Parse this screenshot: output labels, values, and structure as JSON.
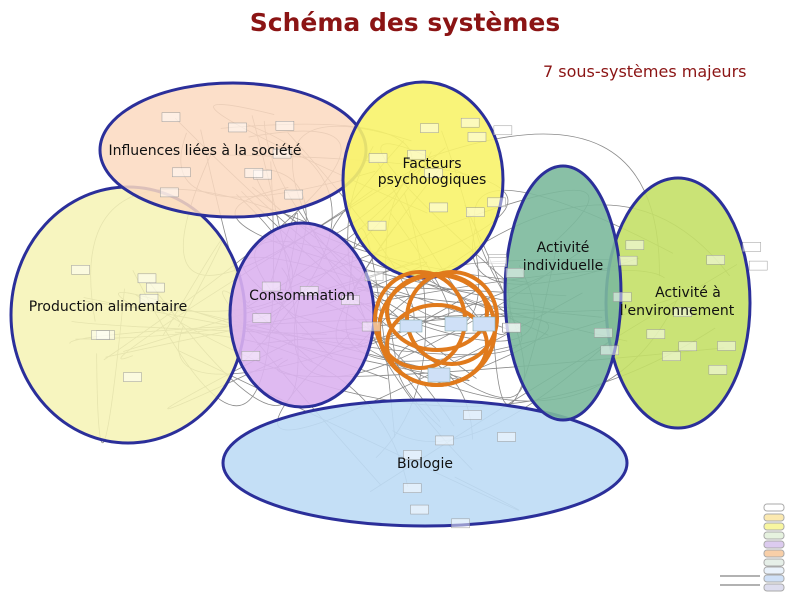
{
  "title": "Schéma des systèmes",
  "subtitle": "7 sous-systèmes majeurs",
  "subsystems": [
    {
      "label": "Influences liées à la société",
      "color": "#fbd9c0"
    },
    {
      "label_line1": "Facteurs",
      "label_line2": "psychologiques",
      "color": "#f8f36a"
    },
    {
      "label": "Production alimentaire",
      "color": "#f6f3b4"
    },
    {
      "label": "Consommation",
      "color": "#dcb3ef"
    },
    {
      "label_line1": "Activité",
      "label_line2": "individuelle",
      "color": "#7cb99c"
    },
    {
      "label_line1": "Activité à",
      "label_line2": "l'environnement",
      "color": "#c4e067"
    },
    {
      "label": "Biologie",
      "color": "#bedcf5"
    }
  ],
  "colors": {
    "outline": "#2b2f9a",
    "title": "#8b1414",
    "core": "#e07a1c"
  }
}
